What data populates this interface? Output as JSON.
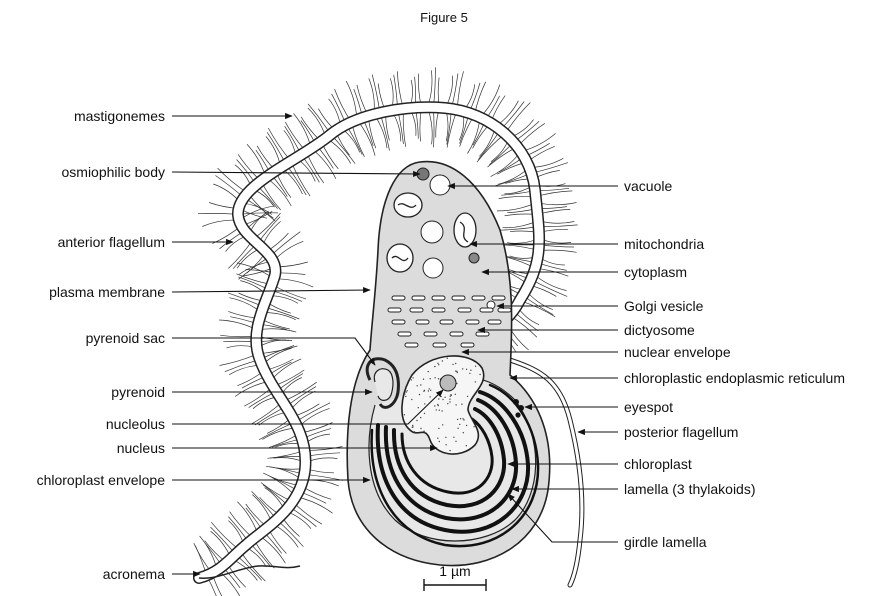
{
  "figure": {
    "title": "Figure 5",
    "scale_bar_label": "1 µm"
  },
  "labels": {
    "mastigonemes": "mastigonemes",
    "osmiophilic_body": "osmiophilic body",
    "anterior_flagellum": "anterior flagellum",
    "plasma_membrane": "plasma membrane",
    "pyrenoid_sac": "pyrenoid sac",
    "pyrenoid": "pyrenoid",
    "nucleolus": "nucleolus",
    "nucleus": "nucleus",
    "chloroplast_envelope": "chloroplast envelope",
    "acronema": "acronema",
    "vacuole": "vacuole",
    "mitochondria": "mitochondria",
    "cytoplasm": "cytoplasm",
    "golgi_vesicle": "Golgi vesicle",
    "dictyosome": "dictyosome",
    "nuclear_envelope": "nuclear envelope",
    "chloroplastic_er": "chloroplastic endoplasmic reticulum",
    "eyespot": "eyespot",
    "posterior_flagellum": "posterior flagellum",
    "chloroplast": "chloroplast",
    "lamella": "lamella (3 thylakoids)",
    "girdle_lamella": "girdle lamella"
  },
  "colors": {
    "cell_fill": "#dcdcdc",
    "cytoplasm_fill": "#cfcfcf",
    "ink": "#111111",
    "nucleus_fill": "#f6f6f6",
    "outline": "#222222"
  }
}
